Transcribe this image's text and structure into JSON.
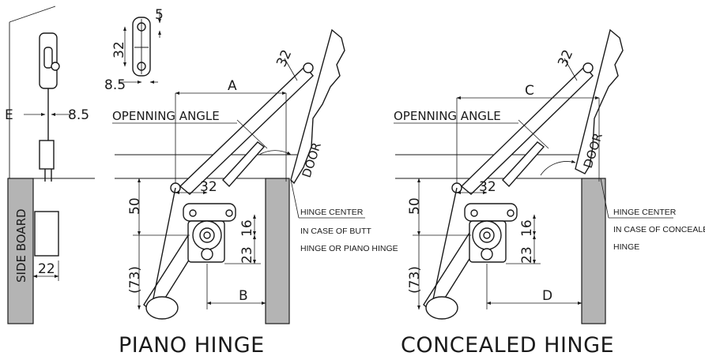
{
  "colors": {
    "line": "#1a1a1a",
    "board_fill": "#b4b4b4",
    "background": "#ffffff"
  },
  "dims": {
    "five": "5",
    "thirty_two": "32",
    "eight_five": "8.5",
    "e": "E",
    "fifty": "50",
    "seventy_three": "(73)",
    "sixteen": "16",
    "twenty_three": "23",
    "twenty_two": "22",
    "a": "A",
    "b": "B",
    "c": "C",
    "d": "D"
  },
  "labels": {
    "side_board": "SIDE BOARD",
    "opening_angle": "OPENNING ANGLE",
    "door": "DOOR"
  },
  "piano": {
    "title": "PIANO HINGE",
    "note_lines": [
      "HINGE CENTER",
      "IN CASE OF BUTT",
      "HINGE OR PIANO HINGE"
    ]
  },
  "concealed": {
    "title": "CONCEALED HINGE",
    "note_lines": [
      "HINGE CENTER",
      "IN CASE OF CONCEALED",
      "HINGE"
    ]
  }
}
